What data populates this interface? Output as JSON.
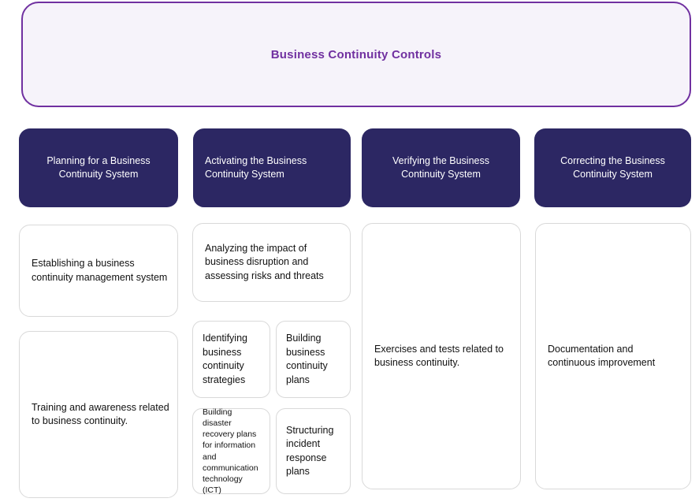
{
  "banner": {
    "title": "Business Continuity Controls"
  },
  "colors": {
    "accent_purple": "#7030a0",
    "header_navy": "#2c2763",
    "banner_fill": "#f6f3fa",
    "card_border": "#d9d9d9"
  },
  "columns": [
    {
      "header": "Planning for a Business Continuity System",
      "boxes": [
        "Establishing a business continuity management system",
        "Training and awareness related to business continuity."
      ]
    },
    {
      "header": "Activating the Business Continuity System",
      "boxes": [
        "Analyzing the impact of business disruption and assessing risks and threats",
        "Identifying business continuity strategies",
        "Building business continuity plans",
        "Building disaster recovery plans for information and communication technology (ICT)",
        "Structuring incident response plans"
      ]
    },
    {
      "header": "Verifying the Business Continuity System",
      "boxes": [
        "Exercises and tests related to business continuity."
      ]
    },
    {
      "header": "Correcting the Business Continuity System",
      "boxes": [
        "Documentation and continuous improvement"
      ]
    }
  ]
}
